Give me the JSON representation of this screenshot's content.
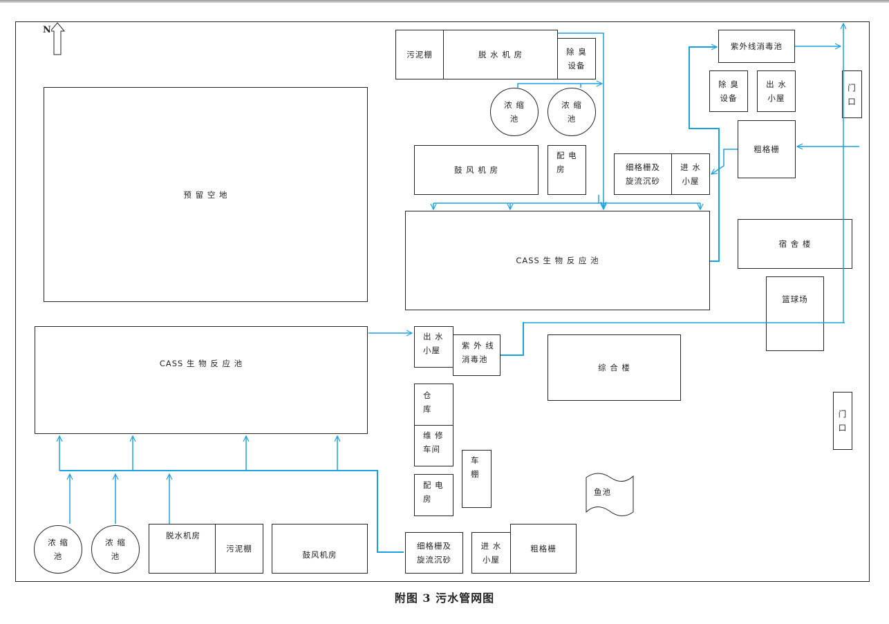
{
  "caption": "附图 3  污水管网图",
  "north_label": "N",
  "pipe_color": "#1aa0e0",
  "upper_area": {
    "sludge_shed": "污泥棚",
    "dewatering_room": "脱 水 机 房",
    "deodor_1": "除 臭",
    "deodor_2": "设备",
    "thickener_a_1": "浓 缩",
    "thickener_a_2": "池",
    "thickener_b_1": "浓 缩",
    "thickener_b_2": "池",
    "blower_room": "鼓 风 机 房",
    "power_room_1": "配 电",
    "power_room_2": "房",
    "fine_screen_1": "细格栅及",
    "fine_screen_2": "旋流沉砂",
    "inlet_house_1": "进 水",
    "inlet_house_2": "小屋",
    "cass_pool": "CASS 生 物 反 应 池",
    "reserved_land": "预 留 空 地"
  },
  "east_area": {
    "uv_pool": "紫外线消毒池",
    "deodor_1": "除 臭",
    "deodor_2": "设备",
    "outlet_house_1": "出 水",
    "outlet_house_2": "小屋",
    "gate_1": "门",
    "gate_2": "口",
    "coarse_screen": "粗格栅",
    "dormitory": "宿 舍 楼",
    "basketball_court": "篮球场",
    "gate_b_1": "门",
    "gate_b_2": "口"
  },
  "lower_area": {
    "cass_pool": "CASS 生 物 反 应 池",
    "outlet_house_1": "出 水",
    "outlet_house_2": "小屋",
    "uv_pool_1": "紫 外 线",
    "uv_pool_2": "消毒池",
    "office_building": "综 合 楼",
    "warehouse_1": "仓",
    "warehouse_2": "库",
    "repair_shop_1": "维 修",
    "repair_shop_2": "车间",
    "carport_1": "车",
    "carport_2": "棚",
    "power_room_1": "配 电",
    "power_room_2": "房",
    "fish_pond": "鱼池",
    "thickener_a_1": "浓 缩",
    "thickener_a_2": "池",
    "thickener_b_1": "浓 缩",
    "thickener_b_2": "池",
    "dewatering_room": "脱水机房",
    "sludge_shed": "污泥棚",
    "blower_room": "鼓风机房",
    "fine_screen_1": "细格栅及",
    "fine_screen_2": "旋流沉砂",
    "inlet_house_1": "进 水",
    "inlet_house_2": "小屋",
    "coarse_screen": "粗格栅"
  }
}
